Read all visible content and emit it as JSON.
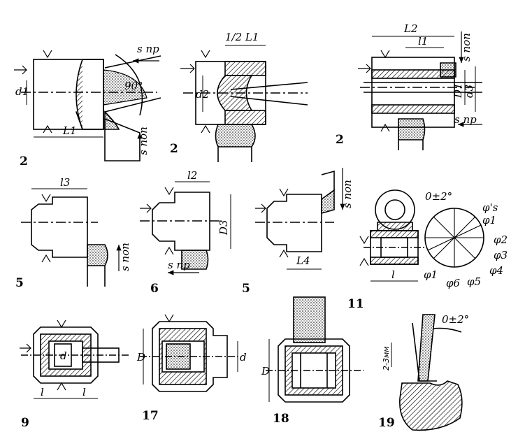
{
  "figures": [
    {
      "id": "a",
      "number": "2",
      "labels": {
        "s_pr": "s пр",
        "angle": "90°",
        "d": "d1",
        "L": "L1",
        "s_pop": "s поп"
      }
    },
    {
      "id": "b",
      "number": "2",
      "labels": {
        "half_L": "1/2 L1",
        "d": "d2"
      }
    },
    {
      "id": "c",
      "number": "2",
      "labels": {
        "L2": "L2",
        "l1": "l1",
        "s_pop": "s поп",
        "D1": "D1",
        "d3": "d3",
        "s_pr": "s пр"
      }
    },
    {
      "id": "d",
      "number": "5",
      "labels": {
        "l3": "l3",
        "s_pop": "s поп"
      }
    },
    {
      "id": "e",
      "number": "6",
      "labels": {
        "l2": "l2",
        "D3": "D3",
        "s_pr": "s пр"
      }
    },
    {
      "id": "f",
      "number": "5",
      "labels": {
        "s_pop": "s поп",
        "L4": "L4"
      }
    },
    {
      "id": "g",
      "number": "11",
      "labels": {
        "tol": "0±2°",
        "phi_s": "φ's",
        "phi1": "φ1",
        "phi2": "φ2",
        "phi3": "φ3",
        "phi4": "φ4",
        "phi5": "φ5",
        "phi6": "φ6",
        "phi1b": "φ1",
        "l": "l"
      }
    },
    {
      "id": "h",
      "number": "9",
      "labels": {
        "d": "d",
        "l_left": "l",
        "l_right": "l"
      }
    },
    {
      "id": "i",
      "number": "17",
      "labels": {
        "D": "D",
        "d": "d"
      }
    },
    {
      "id": "j",
      "number": "18",
      "labels": {
        "D": "D"
      }
    },
    {
      "id": "k",
      "number": "19",
      "labels": {
        "tol": "0±2°",
        "mm": "2-3мм"
      }
    }
  ]
}
